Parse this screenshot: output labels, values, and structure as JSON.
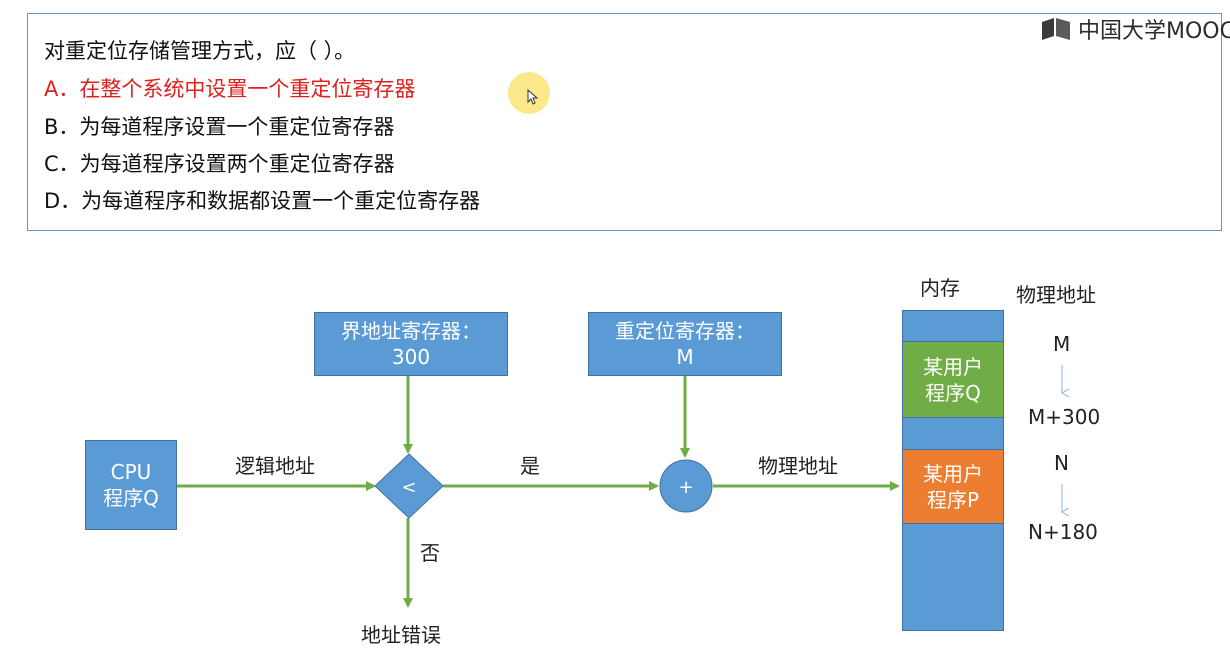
{
  "question": {
    "stem": "对重定位存储管理方式，应（   ）。",
    "options": [
      "A．在整个系统中设置一个重定位寄存器",
      "B．为每道程序设置一个重定位寄存器",
      "C．为每道程序设置两个重定位寄存器",
      "D．为每道程序和数据都设置一个重定位寄存器"
    ],
    "answer_color": "#e0201f"
  },
  "logo": {
    "text": "中国大学MOOC"
  },
  "diagram": {
    "cpu": {
      "line1": "CPU",
      "line2": "程序Q"
    },
    "bound_register": {
      "line1": "界地址寄存器：",
      "line2": "300"
    },
    "relocation_register": {
      "line1": "重定位寄存器：",
      "line2": "M"
    },
    "compare_symbol": "<",
    "add_symbol": "+",
    "edge_logical": "逻辑地址",
    "edge_yes": "是",
    "edge_no": "否",
    "edge_physical": "物理地址",
    "error": "地址错误",
    "memory_title": "内存",
    "physical_title": "物理地址",
    "block_q": {
      "line1": "某用户",
      "line2": "程序Q"
    },
    "block_p": {
      "line1": "某用户",
      "line2": "程序P"
    },
    "addr_m": "M",
    "addr_m300": "M+300",
    "addr_n": "N",
    "addr_n180": "N+180"
  },
  "colors": {
    "box_blue": "#5b9bd5",
    "arrow_green": "#70ad47",
    "block_green": "#70ad47",
    "block_orange": "#ed7d31"
  }
}
